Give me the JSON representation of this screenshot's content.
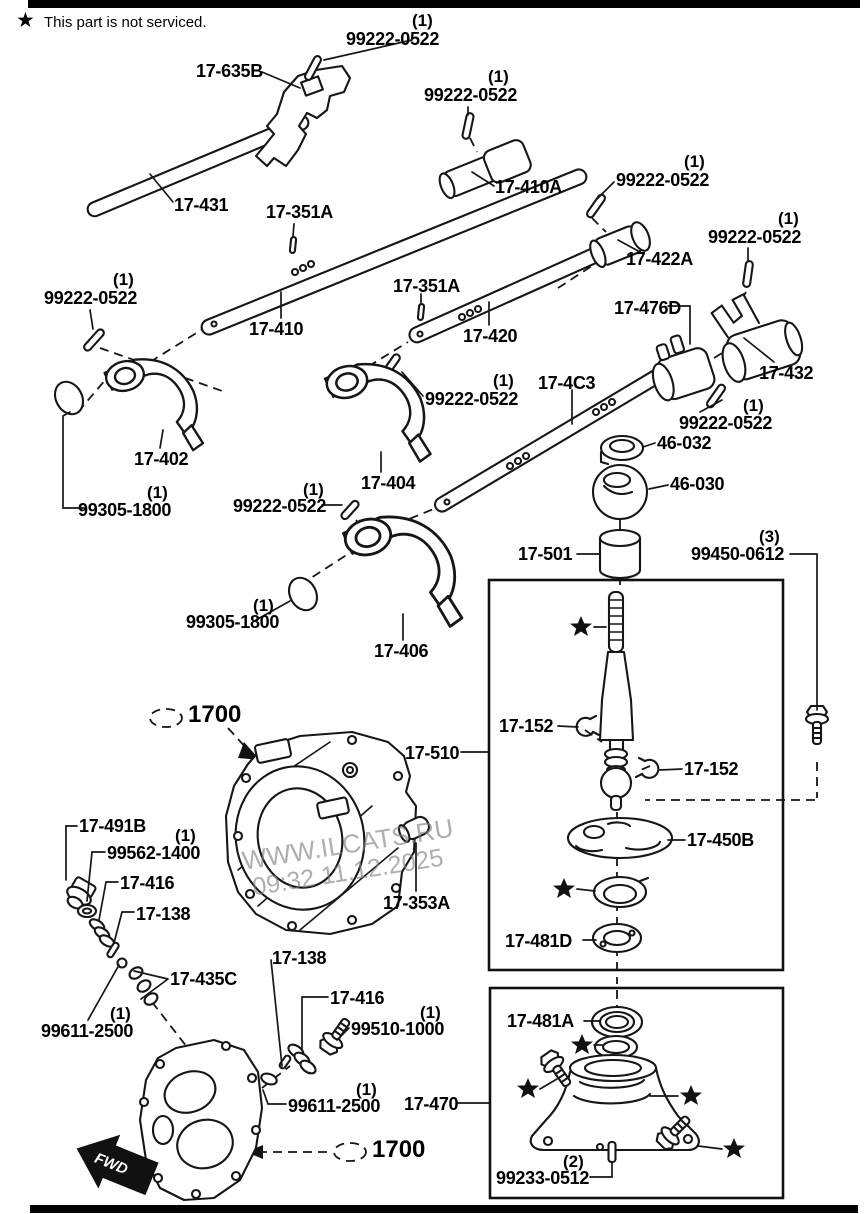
{
  "page": {
    "star_glyph": "★",
    "note": "This part is not serviced.",
    "fwd": "FWD",
    "watermark_line1": "WWW.ILCATS.RU",
    "watermark_line2": "09:32 11.12.2025"
  },
  "colors": {
    "ink": "#000000",
    "background": "#ffffff",
    "watermark": "#8f8f8f"
  },
  "callouts": [
    {
      "qty": "(1)",
      "part": "99222-0522"
    },
    {
      "part": "17-635B"
    },
    {
      "qty": "(1)",
      "part": "99222-0522"
    },
    {
      "part": "17-431"
    },
    {
      "part": "17-351A"
    },
    {
      "part": "17-410A"
    },
    {
      "qty": "(1)",
      "part": "99222-0522"
    },
    {
      "part": "17-422A"
    },
    {
      "qty": "(1)",
      "part": "99222-0522"
    },
    {
      "qty": "(1)",
      "part": "99222-0522"
    },
    {
      "part": "17-410"
    },
    {
      "part": "17-351A"
    },
    {
      "part": "17-420"
    },
    {
      "part": "17-476D"
    },
    {
      "part": "17-432"
    },
    {
      "qty": "(1)",
      "part": "99222-0522"
    },
    {
      "part": "17-4C3"
    },
    {
      "qty": "(1)",
      "part": "99222-0522"
    },
    {
      "part": "46-032"
    },
    {
      "part": "46-030"
    },
    {
      "part": "17-402"
    },
    {
      "qty": "(1)",
      "part": "99305-1800"
    },
    {
      "part": "17-404"
    },
    {
      "qty": "(1)",
      "part": "99222-0522"
    },
    {
      "qty": "(1)",
      "part": "99305-1800"
    },
    {
      "part": "17-406"
    },
    {
      "part": "1700"
    },
    {
      "part": "17-501"
    },
    {
      "qty": "(3)",
      "part": "99450-0612"
    },
    {
      "part": "17-510"
    },
    {
      "part": "17-152"
    },
    {
      "part": "17-152"
    },
    {
      "part": "17-450B"
    },
    {
      "part": "17-481D"
    },
    {
      "part": "17-491B"
    },
    {
      "qty": "(1)",
      "part": "99562-1400"
    },
    {
      "part": "17-416"
    },
    {
      "part": "17-138"
    },
    {
      "part": "17-353A"
    },
    {
      "part": "17-435C"
    },
    {
      "qty": "(1)",
      "part": "99611-2500"
    },
    {
      "part": "17-138"
    },
    {
      "part": "17-416"
    },
    {
      "qty": "(1)",
      "part": "99510-1000"
    },
    {
      "part": "17-481A"
    },
    {
      "qty": "(1)",
      "part": "99611-2500"
    },
    {
      "part": "17-470"
    },
    {
      "part": "1700"
    },
    {
      "qty": "(2)",
      "part": "99233-0512"
    }
  ]
}
